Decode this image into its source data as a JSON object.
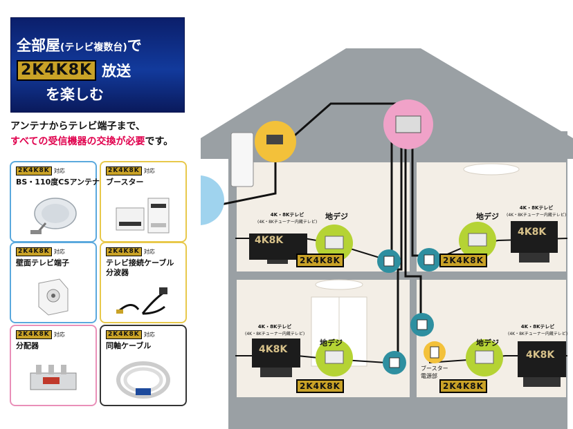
{
  "banner": {
    "line1_main": "全部屋",
    "line1_paren": "(テレビ複数台)",
    "line1_end": "で",
    "badge": "2K4K8K",
    "hoso": "放送",
    "line3": "を楽しむ"
  },
  "lead": {
    "line1": "アンテナからテレビ端子まで、",
    "line2_red": "すべての受信機器の交換が必要",
    "line2_end": "です。"
  },
  "cards": [
    {
      "badge": "2K4K8K",
      "suffix": "対応",
      "name": "BS・110度CSアンテナ",
      "border": "#5aa9dd"
    },
    {
      "badge": "2K4K8K",
      "suffix": "対応",
      "name": "ブースター",
      "border": "#e8c84a"
    },
    {
      "badge": "2K4K8K",
      "suffix": "対応",
      "name": "壁面テレビ端子",
      "border": "#5aa9dd"
    },
    {
      "badge": "2K4K8K",
      "suffix": "対応",
      "name": "テレビ接続ケーブル",
      "name2": "分波器",
      "border": "#e8c84a"
    },
    {
      "badge": "2K4K8K",
      "suffix": "対応",
      "name": "分配器",
      "border": "#e98fb8"
    },
    {
      "badge": "2K4K8K",
      "suffix": "対応",
      "name": "同軸ケーブル",
      "border": "#333333"
    }
  ],
  "house": {
    "tv_label": "4K・8Kテレビ",
    "tv_sub": "(4K・8Kチューナー内蔵テレビ)",
    "tv_screen": "4K8K",
    "chideji": "地デジ",
    "floor_badge": "2K4K8K",
    "booster_power": "ブースター",
    "booster_power2": "電源部"
  },
  "colors": {
    "yellow_circle": "#f3c13a",
    "pink_circle": "#f0a2c8",
    "blue_circle": "#55b4dc",
    "teal_circle": "#2e8fa0",
    "green_circle": "#b5d334",
    "house_gray": "#9aa0a4",
    "badge_gold": "#c9a227"
  }
}
